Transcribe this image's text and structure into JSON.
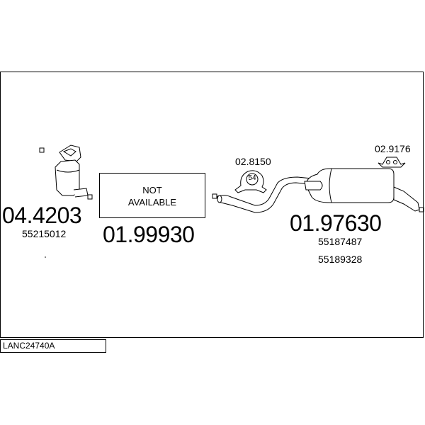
{
  "diagram_code": "LANC24740A",
  "parts": {
    "catalyst": {
      "number": "04.4203",
      "ref": "55215012"
    },
    "front_pipe": {
      "number": "01.99930",
      "status_line1": "NOT",
      "status_line2": "AVAILABLE"
    },
    "rear_silencer": {
      "number": "01.97630",
      "ref1": "55187487",
      "ref2": "55189328"
    },
    "clamp": {
      "number": "02.8150",
      "size": "54"
    },
    "rubber_mount": {
      "number": "02.9176"
    }
  },
  "colors": {
    "line": "#000000",
    "background": "#ffffff"
  }
}
